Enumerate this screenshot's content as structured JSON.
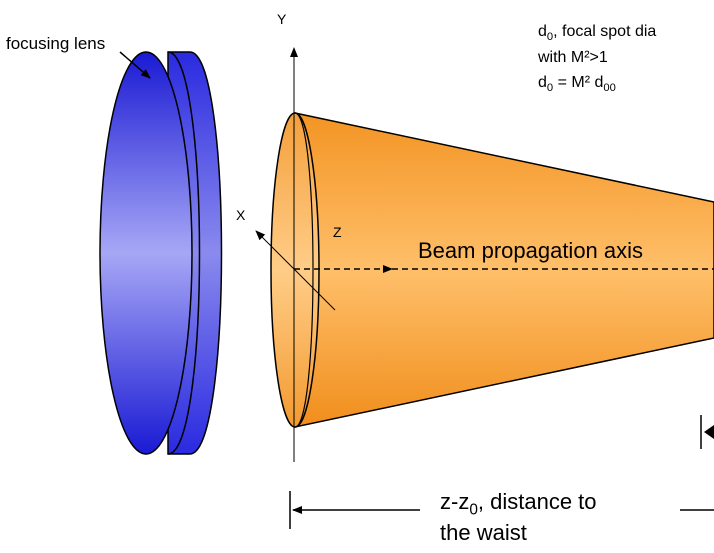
{
  "labels": {
    "lens": "focusing lens",
    "axis_y": "Y",
    "axis_x": "X",
    "axis_z": "Z",
    "beam_axis": "Beam propagation axis",
    "spot_line1": {
      "main": "d",
      "sub": "0",
      "rest": ", focal spot dia"
    },
    "spot_line2": "with M²>1",
    "spot_line3": {
      "d": "d",
      "sub1": "0",
      "mid": " = M² d",
      "sub2": "00"
    },
    "distance_line1": {
      "main": "z-z",
      "sub": "0",
      "rest": ", distance to"
    },
    "distance_line2": "the waist"
  },
  "colors": {
    "lens_dark": "#1414d0",
    "lens_light": "#9a9af4",
    "beam_dark": "#f08a12",
    "beam_light": "#ffc06a",
    "stroke": "#000000"
  }
}
